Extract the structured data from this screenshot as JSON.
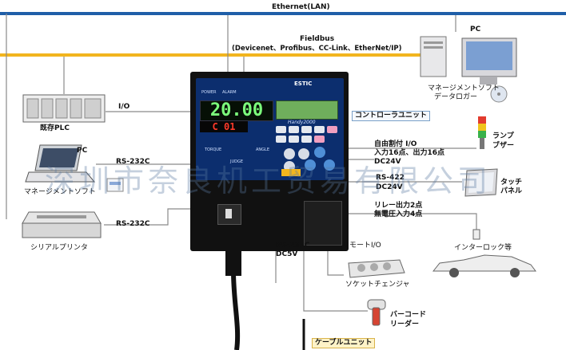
{
  "network": {
    "ethernet": "Ethernet(LAN)",
    "fieldbus_title": "Fieldbus",
    "fieldbus_protocols": "(Devicenet、Profibus、CC-Link、EtherNet/IP)"
  },
  "pc_top": {
    "title": "PC",
    "caption_line1": "マネージメントソフト",
    "caption_line2": "データロガー"
  },
  "plc": {
    "label": "既存PLC",
    "link": "I/O"
  },
  "pc_left": {
    "title": "PC",
    "link": "RS-232C",
    "caption": "マネージメントソフト"
  },
  "printer": {
    "link": "RS-232C",
    "caption": "シリアルプリンタ"
  },
  "controller": {
    "tag": "コントローラユニット",
    "brand": "ESTIC",
    "display_value": "20.00",
    "sub_display": "C 01",
    "model": "Handy2000",
    "labels": {
      "power": "POWER",
      "alarm": "ALARM",
      "torque": "TORQUE",
      "angle": "ANGLE",
      "judge": "JUDGE"
    }
  },
  "right_labels": {
    "lamp": "ランプ",
    "buzzer": "ブザー",
    "io_line1": "自由割付 I/O",
    "io_line2": "入力16点、出力16点",
    "io_line3": "DC24V",
    "rs422": "RS-422",
    "rs422_volt": "DC24V",
    "touch_line1": "タッチ",
    "touch_line2": "パネル",
    "relay_line1": "リレー出力2点",
    "relay_line2": "無電圧入力4点",
    "interlock": "インターロック等"
  },
  "bottom_labels": {
    "rs232c": "RS-232C",
    "dc5v": "DC5V",
    "remote_io": "リモートI/O",
    "socket": "ソケットチェンジャ",
    "barcode_line1": "バーコード",
    "barcode_line2": "リーダー",
    "cable_unit": "ケーブルユニット"
  },
  "watermark": "深圳市奈良机工贸易有限公司",
  "colors": {
    "ethernet_line": "#1f5ea8",
    "fieldbus_line": "#f2b51e",
    "panel_blue": "#0c2e6e",
    "lcd_green": "#7cff7c",
    "lcd_red": "#ff3a2a"
  }
}
